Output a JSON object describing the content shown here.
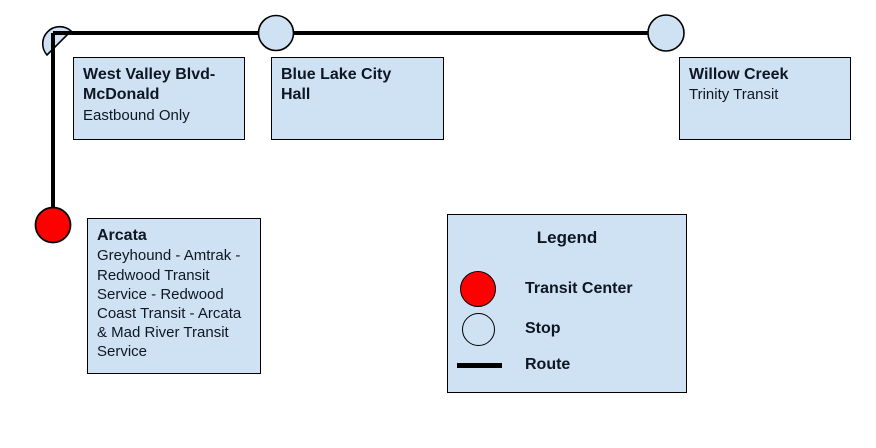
{
  "colors": {
    "box_fill": "#cfe2f3",
    "box_border": "#000000",
    "route_line": "#000000",
    "stop_fill": "#cfe2f3",
    "stop_stroke": "#000000",
    "transit_center_fill": "#ff0000",
    "text": "#0f1623"
  },
  "stops": {
    "west_valley": {
      "title": "West Valley Blvd-\nMcDonald",
      "subtitle": "Eastbound Only"
    },
    "blue_lake": {
      "title": "Blue Lake City\nHall"
    },
    "willow_creek": {
      "title": "Willow Creek",
      "subtitle": "Trinity Transit"
    },
    "arcata": {
      "title": "Arcata",
      "subtitle": "Greyhound - Amtrak -\nRedwood Transit\nService - Redwood\nCoast Transit - Arcata\n& Mad River Transit\nService"
    }
  },
  "legend": {
    "title": "Legend",
    "items": [
      {
        "symbol": "transit-center-circle",
        "label": "Transit Center"
      },
      {
        "symbol": "stop-circle",
        "label": "Stop"
      },
      {
        "symbol": "route-line",
        "label": "Route"
      }
    ]
  }
}
